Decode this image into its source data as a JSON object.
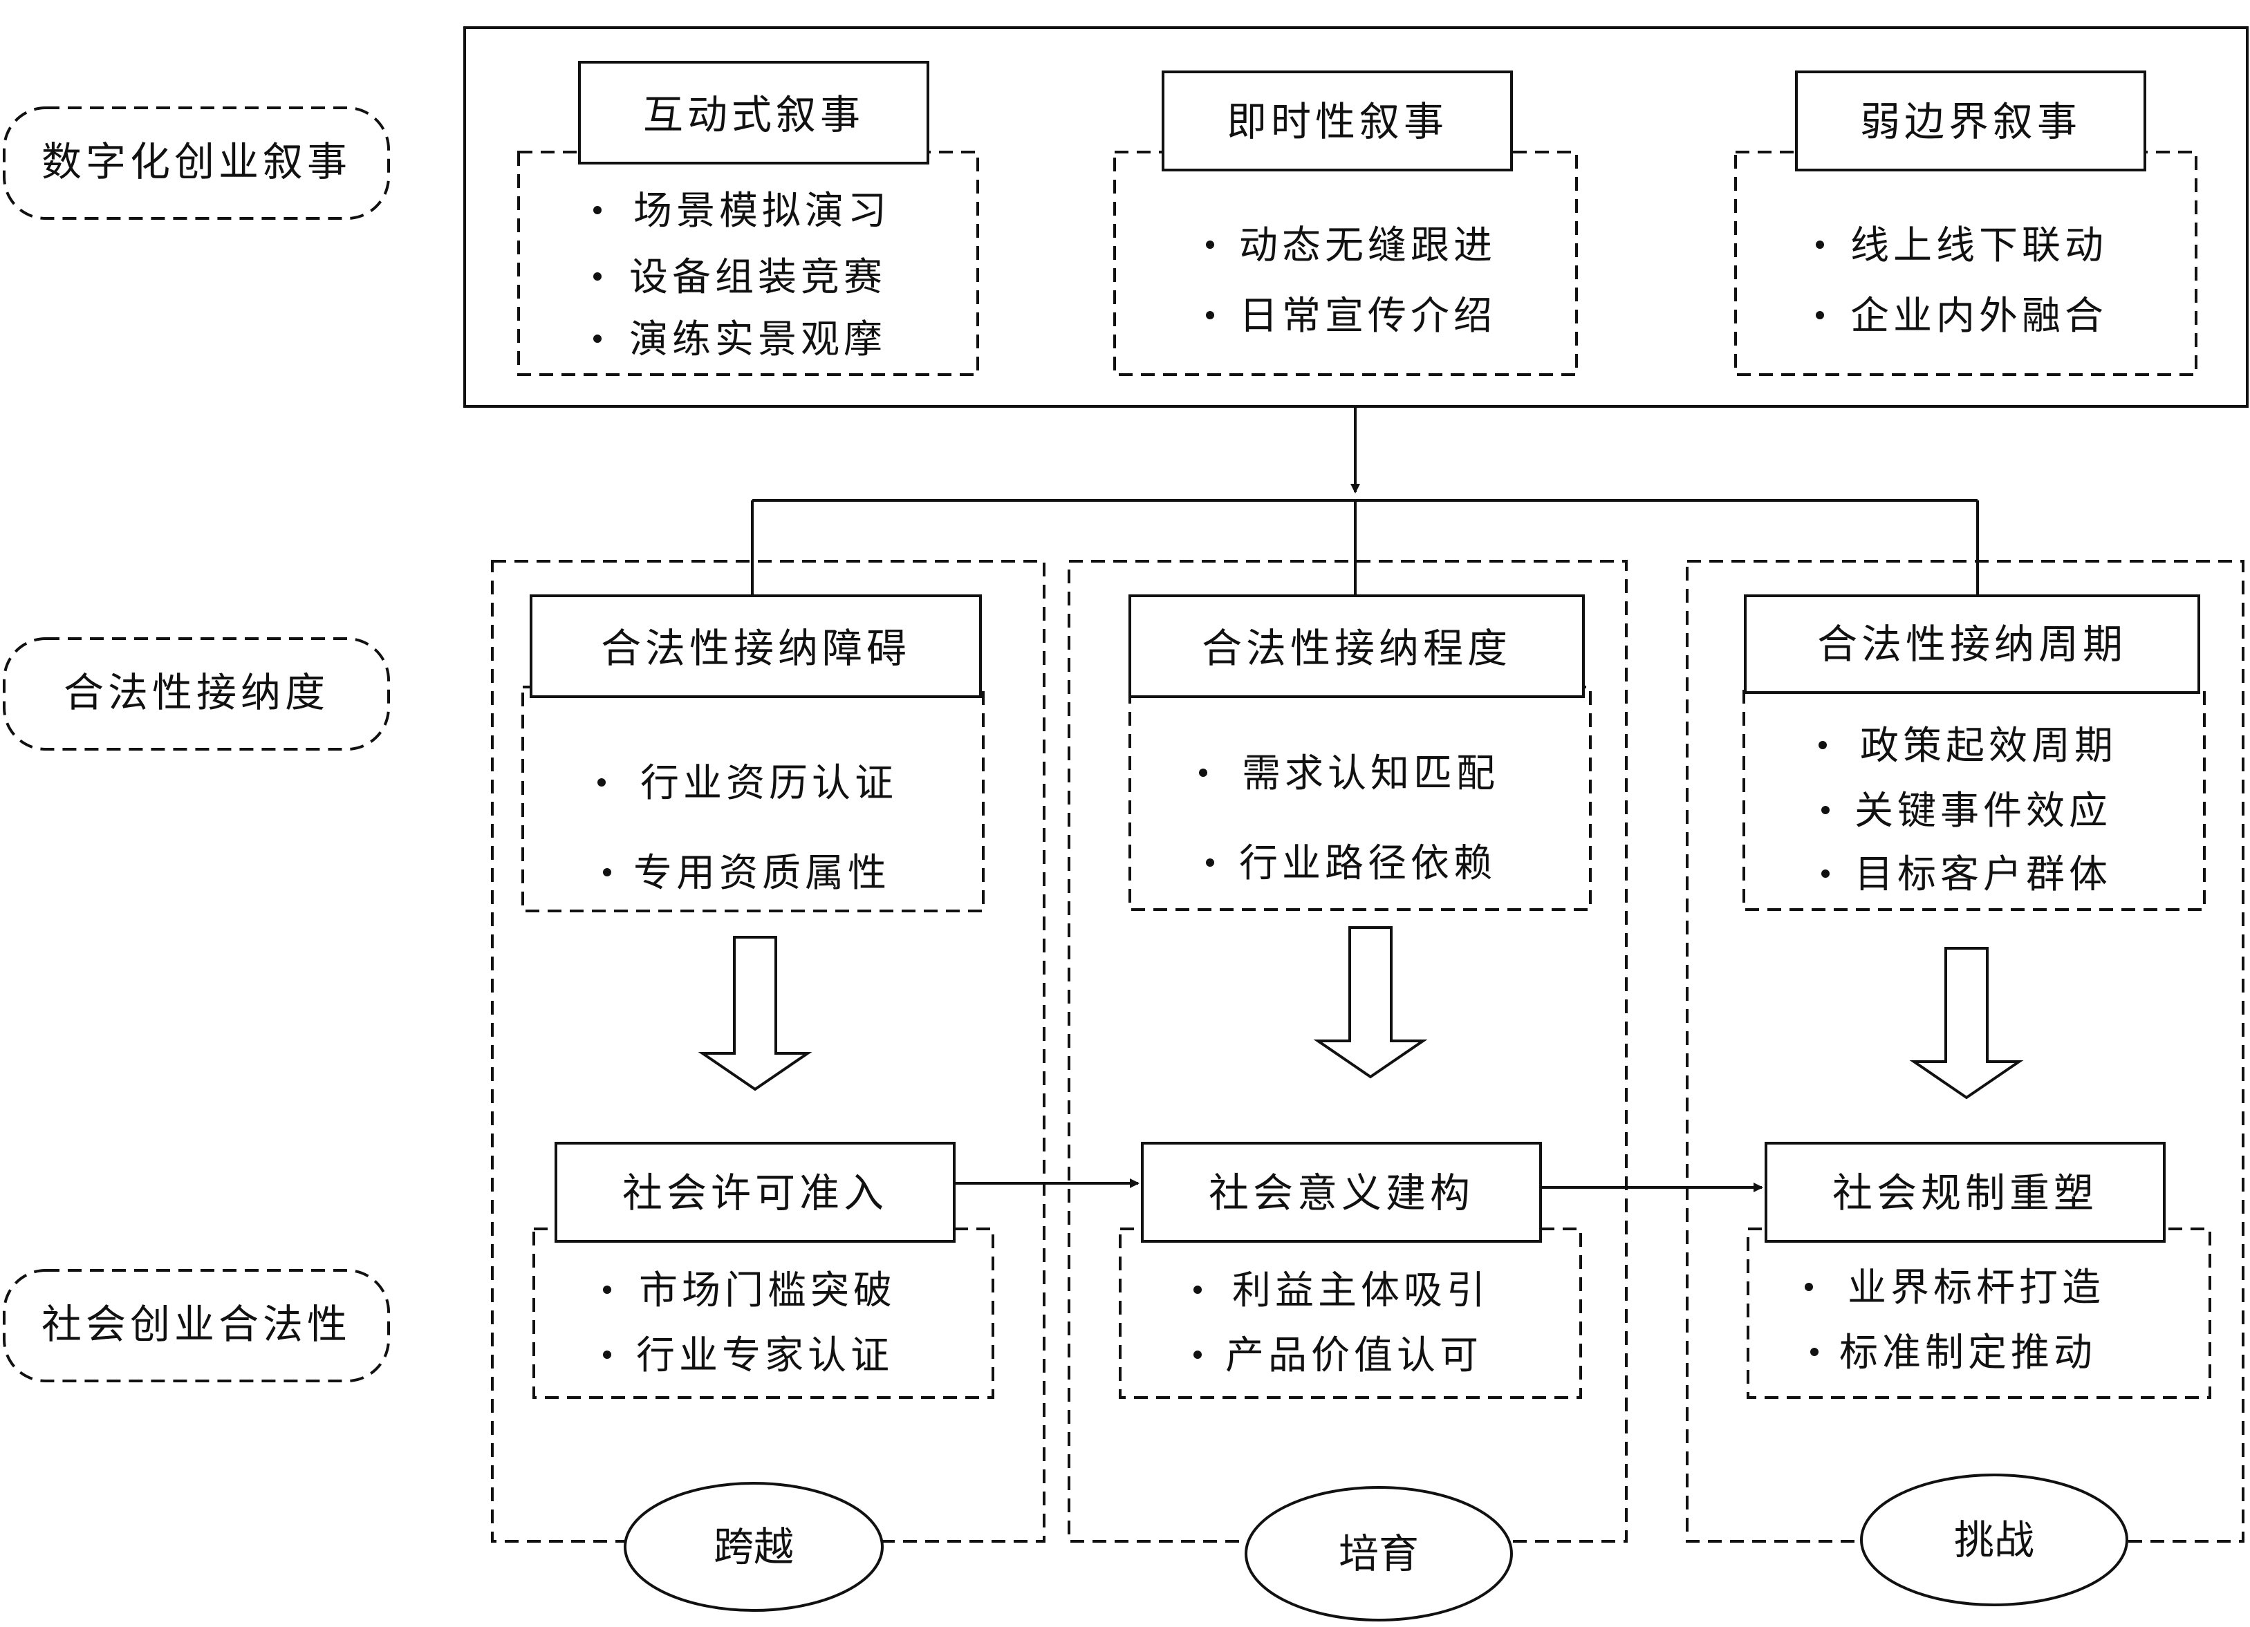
{
  "rows": [
    {
      "id": "digital-narrative",
      "label": "数字化创业叙事"
    },
    {
      "id": "legitimacy-acceptance",
      "label": "合法性接纳度"
    },
    {
      "id": "social-legitimacy",
      "label": "社会创业合法性"
    }
  ],
  "narratives": [
    {
      "title": "互动式叙事",
      "items": [
        "场景模拟演习",
        "设备组装竞赛",
        "演练实景观摩"
      ]
    },
    {
      "title": "即时性叙事",
      "items": [
        "动态无缝跟进",
        "日常宣传介绍"
      ]
    },
    {
      "title": "弱边界叙事",
      "items": [
        "线上线下联动",
        "企业内外融合"
      ]
    }
  ],
  "columns": [
    {
      "acceptance": {
        "title": "合法性接纳障碍",
        "items": [
          "行业资历认证",
          "专用资质属性"
        ]
      },
      "legitimacy": {
        "title": "社会许可准入",
        "items": [
          "市场门槛突破",
          "行业专家认证"
        ]
      },
      "stage": "跨越"
    },
    {
      "acceptance": {
        "title": "合法性接纳程度",
        "items": [
          "需求认知匹配",
          "行业路径依赖"
        ]
      },
      "legitimacy": {
        "title": "社会意义建构",
        "items": [
          "利益主体吸引",
          "产品价值认可"
        ]
      },
      "stage": "培育"
    },
    {
      "acceptance": {
        "title": "合法性接纳周期",
        "items": [
          "政策起效周期",
          "关键事件效应",
          "目标客户群体"
        ]
      },
      "legitimacy": {
        "title": "社会规制重塑",
        "items": [
          "业界标杆打造",
          "标准制定推动"
        ]
      },
      "stage": "挑战"
    }
  ]
}
